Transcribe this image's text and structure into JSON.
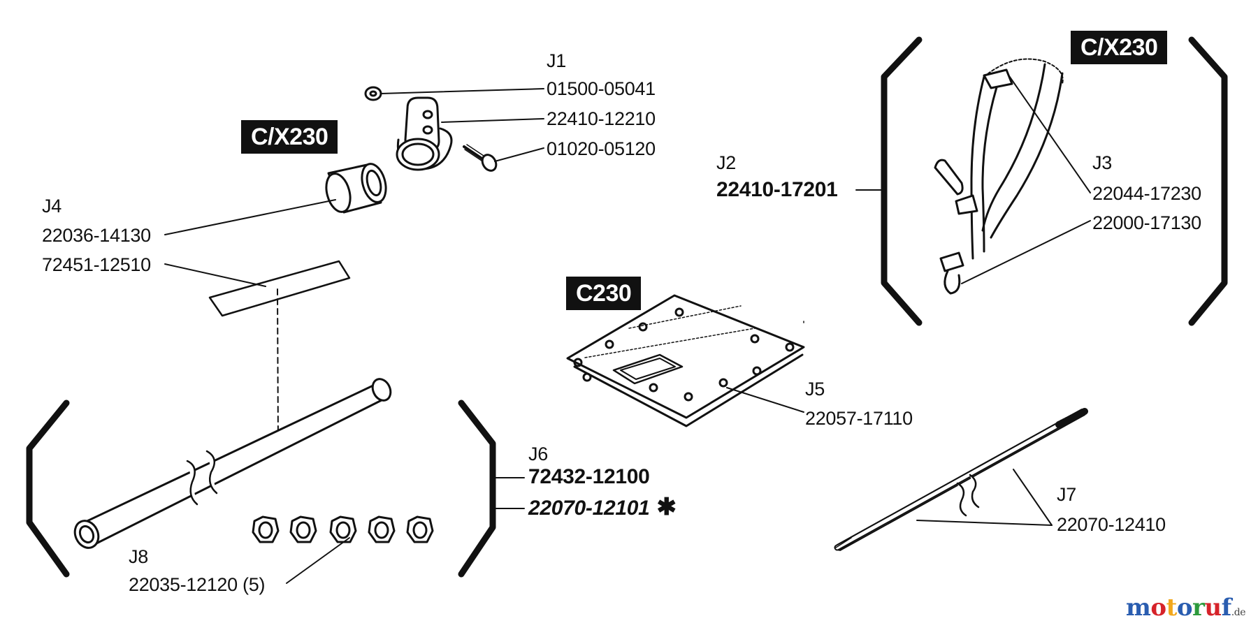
{
  "badges": {
    "badge_left": "C/X230",
    "badge_right": "C/X230",
    "badge_center": "C230"
  },
  "labels": {
    "j1": "J1",
    "j1_p1": "01500-05041",
    "j1_p2": "22410-12210",
    "j1_p3": "01020-05120",
    "j2": "J2",
    "j2_p1": "22410-17201",
    "j3": "J3",
    "j3_p1": "22044-17230",
    "j3_p2": "22000-17130",
    "j4": "J4",
    "j4_p1": "22036-14130",
    "j4_p2": "72451-12510",
    "j5": "J5",
    "j5_p1": "22057-17110",
    "j6": "J6",
    "j6_p1": "72432-12100",
    "j6_p2": "22070-12101",
    "j6_star": "✱",
    "j7": "J7",
    "j7_p1": "22070-12410",
    "j8": "J8",
    "j8_p1": "22035-12120 (5)"
  },
  "logo": {
    "letters": [
      "m",
      "o",
      "t",
      "o",
      "r",
      "u",
      "f"
    ],
    "letter_colors": [
      "#2a5db0",
      "#d6232a",
      "#f2a81d",
      "#2a5db0",
      "#2c9a3c",
      "#d6232a",
      "#2a5db0"
    ],
    "suffix": ".de"
  },
  "colors": {
    "ink": "#111111",
    "background": "#ffffff",
    "badge_bg": "#111111",
    "badge_text": "#ffffff"
  }
}
